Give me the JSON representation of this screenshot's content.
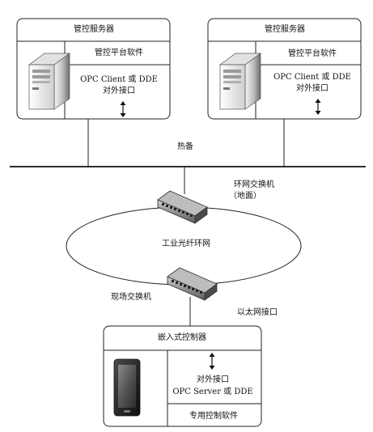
{
  "server_left": {
    "title": "管控服务器",
    "platform": "管控平台软件",
    "opc_line": "OPC Client 或 DDE",
    "interface": "对外接口"
  },
  "server_right": {
    "title": "管控服务器",
    "platform": "管控平台软件",
    "opc_line": "OPC Client 或 DDE",
    "interface": "对外接口"
  },
  "hot_standby": "热备",
  "ring_switch": {
    "line1": "环网交换机",
    "line2": "（地面）"
  },
  "ring": "工业光纤环网",
  "field_switch": "现场交换机",
  "ethernet_port": "以太网接口",
  "controller": {
    "title": "嵌入式控制器",
    "interface": "对外接口",
    "opc_line": "OPC Server 或 DDE",
    "software": "专用控制软件"
  }
}
